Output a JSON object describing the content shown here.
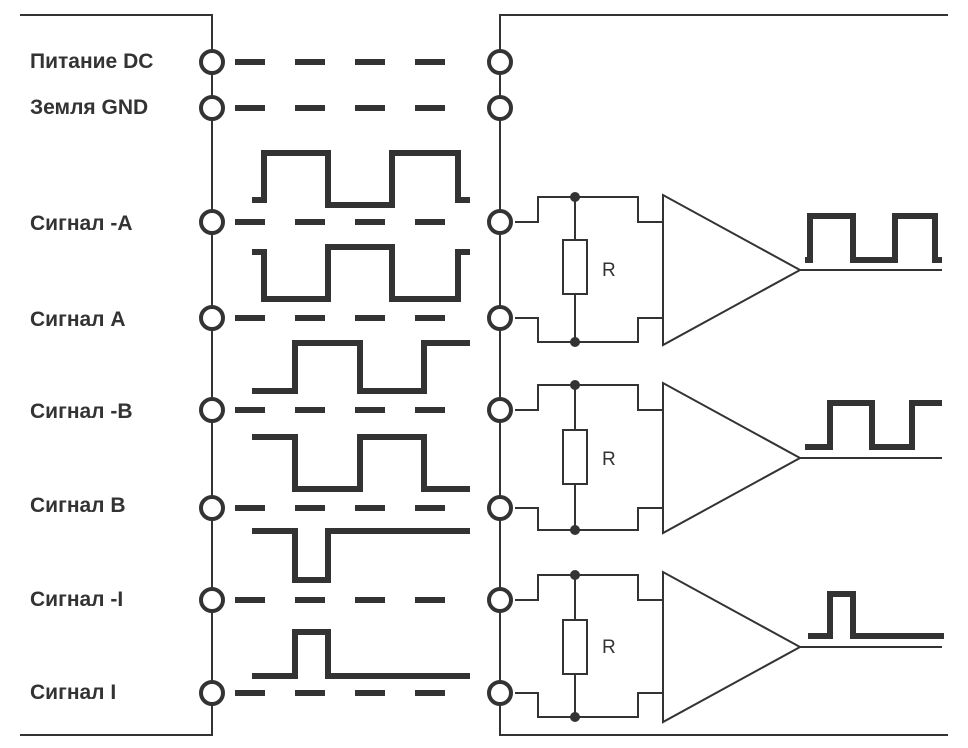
{
  "labels": {
    "dc": "Питание DC",
    "gnd": "Земля GND",
    "sig_a_neg": "Сигнал -A",
    "sig_a": "Сигнал A",
    "sig_b_neg": "Сигнал -B",
    "sig_b": "Сигнал B",
    "sig_i_neg": "Сигнал -I",
    "sig_i": "Сигнал I"
  },
  "resistor_label": "R",
  "colors": {
    "line": "#333333",
    "background": "#ffffff"
  }
}
